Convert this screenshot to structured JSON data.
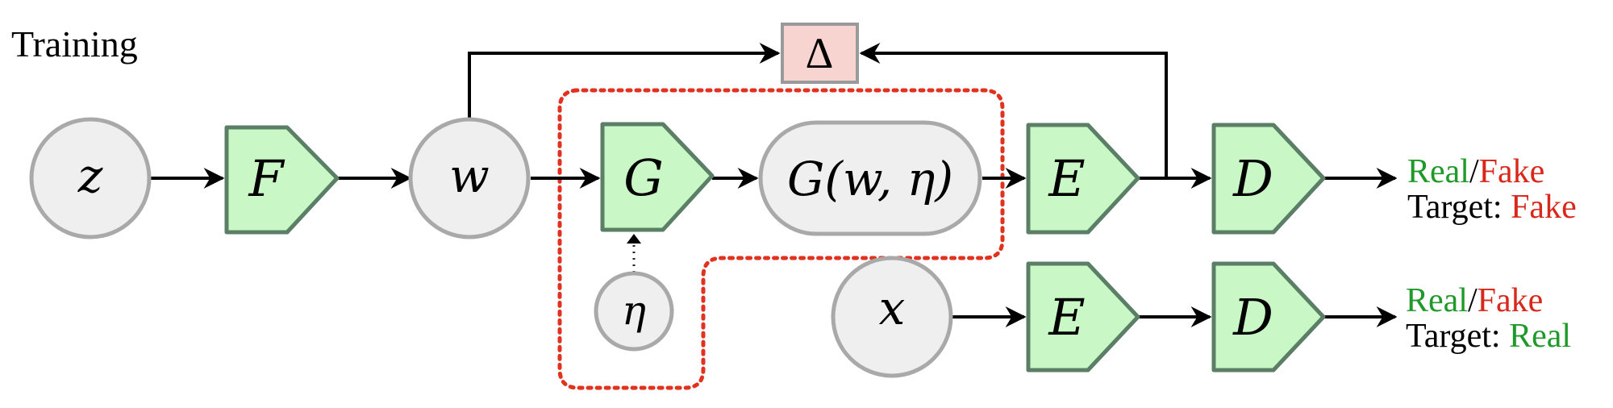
{
  "title": "Training",
  "nodes": {
    "z": "z",
    "F": "F",
    "w": "w",
    "G": "G",
    "Gwn": "G(w, η)",
    "eta": "η",
    "E_top": "E",
    "D_top": "D",
    "delta": "Δ",
    "x": "x",
    "E_bottom": "E",
    "D_bottom": "D"
  },
  "outputs": {
    "top": {
      "real": "Real",
      "slash": "/",
      "fake": "Fake",
      "target_label": "Target: ",
      "target_value": "Fake"
    },
    "bottom": {
      "real": "Real",
      "slash": "/",
      "fake": "Fake",
      "target_label": "Target: ",
      "target_value": "Real"
    }
  },
  "colors": {
    "real": "#1f9a2a",
    "fake": "#d8281b",
    "block_fill": "#c9f7c6",
    "block_stroke": "#5a7f66",
    "node_fill": "#efefef",
    "delta_fill": "#f7d4cf",
    "region_stroke": "#e0321e"
  }
}
